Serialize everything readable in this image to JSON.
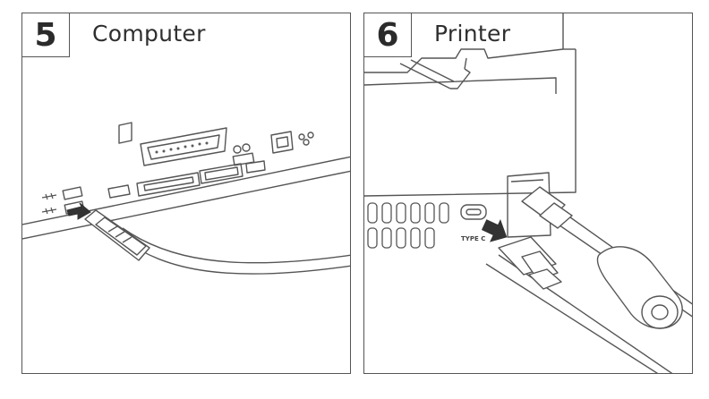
{
  "step5": {
    "number": "5",
    "title": "Computer"
  },
  "step6": {
    "number": "6",
    "title": "Printer"
  },
  "port_label": "TYPE C"
}
